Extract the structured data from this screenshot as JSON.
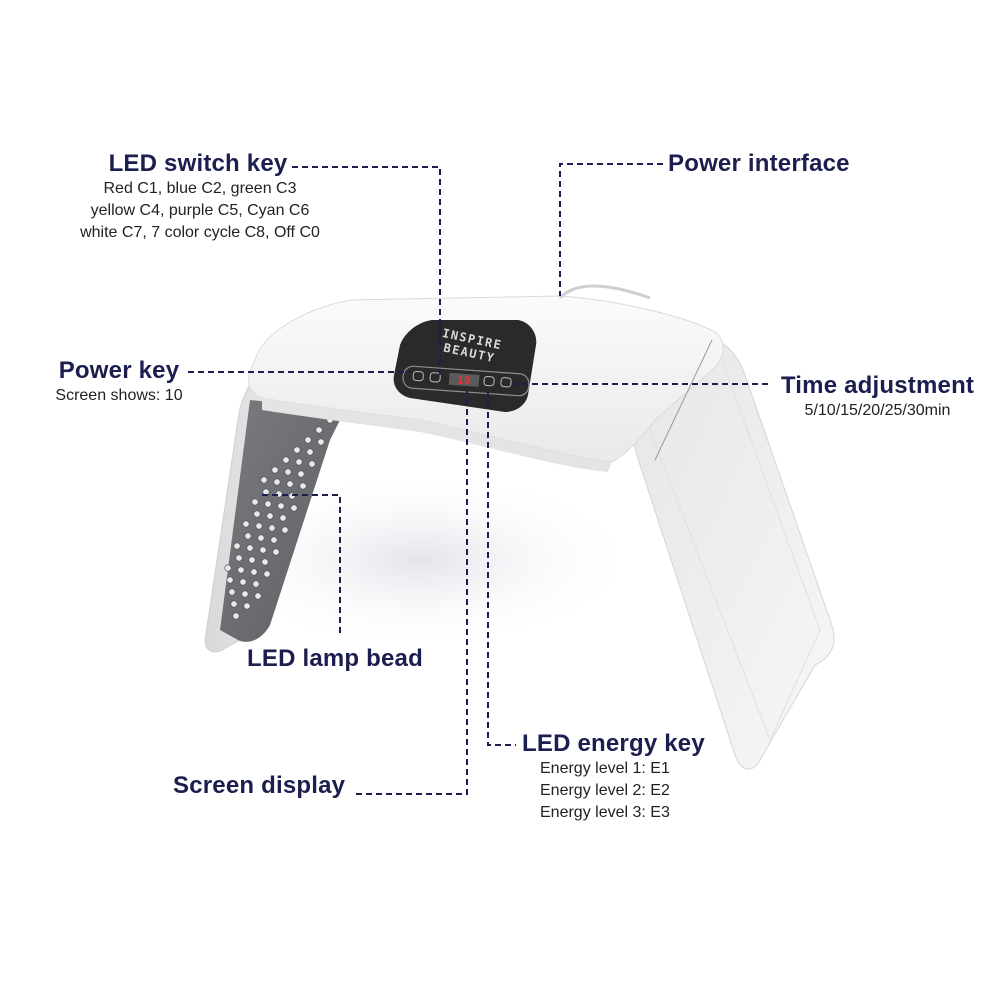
{
  "colors": {
    "label_title": "#1b1e4e",
    "label_desc": "#222222",
    "leader_line": "#1b1e4e",
    "device_body": "#f2f2f2",
    "led_panel": "#6f7074",
    "control_panel": "#2a2a2a",
    "display_digits": "#e8333a",
    "background": "#ffffff"
  },
  "device": {
    "brand_line1": "INSPIRE",
    "brand_line2": "BEAUTY",
    "display_value": "10"
  },
  "callouts": {
    "led_switch_key": {
      "title": "LED switch key",
      "lines": [
        "Red C1, blue C2, green C3",
        "yellow C4, purple C5, Cyan C6",
        "white C7, 7 color cycle C8, Off C0"
      ]
    },
    "power_interface": {
      "title": "Power interface"
    },
    "power_key": {
      "title": "Power key",
      "lines": [
        "Screen shows: 10"
      ]
    },
    "time_adjustment": {
      "title": "Time adjustment",
      "lines": [
        "5/10/15/20/25/30min"
      ]
    },
    "led_lamp_bead": {
      "title": "LED lamp bead"
    },
    "led_energy_key": {
      "title": "LED energy key",
      "lines": [
        "Energy level 1: E1",
        "Energy level 2: E2",
        "Energy level 3: E3"
      ]
    },
    "screen_display": {
      "title": "Screen display"
    }
  }
}
